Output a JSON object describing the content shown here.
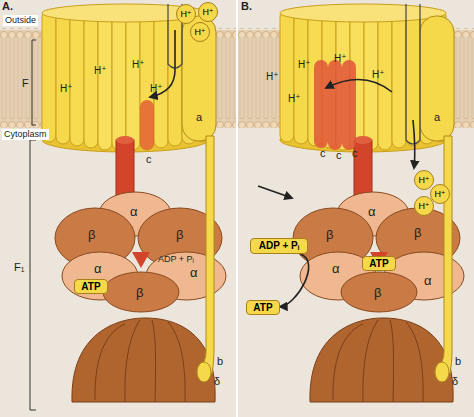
{
  "diagram": {
    "nodes": [
      {
        "text": [
          "H⁺"
        ]
      },
      {
        "text": [
          "H⁺"
        ]
      },
      {
        "text": [
          "H⁺"
        ]
      },
      {
        "text": [
          "ATP"
        ]
      },
      {
        "text": [
          "ADP + Pᵢ"
        ]
      },
      {
        "text": [
          "ATP"
        ]
      },
      {
        "text": [
          "ATP"
        ]
      },
      {
        "text": [
          "H⁺"
        ]
      },
      {
        "text": [
          "H⁺"
        ]
      },
      {
        "text": [
          "H⁺"
        ]
      }
    ],
    "edges": [
      {
        "from": 4,
        "to": 6,
        "arrow": "to"
      }
    ],
    "labels": [
      "A.",
      "Outside",
      "H⁺",
      "H⁺",
      "H⁺",
      "H⁺",
      "F",
      "a",
      "c",
      "Cytoplasm",
      "α",
      "β",
      "β",
      "ADP + Pᵢ",
      "α",
      "β",
      "α",
      "F₁",
      "b",
      "δ",
      "B.",
      "H⁺",
      "H⁺",
      "H⁺",
      "H⁺",
      "H⁺",
      "c",
      "c",
      "c",
      "a",
      "α",
      "β",
      "β",
      "α",
      "β",
      "α",
      "b",
      "δ"
    ]
  }
}
